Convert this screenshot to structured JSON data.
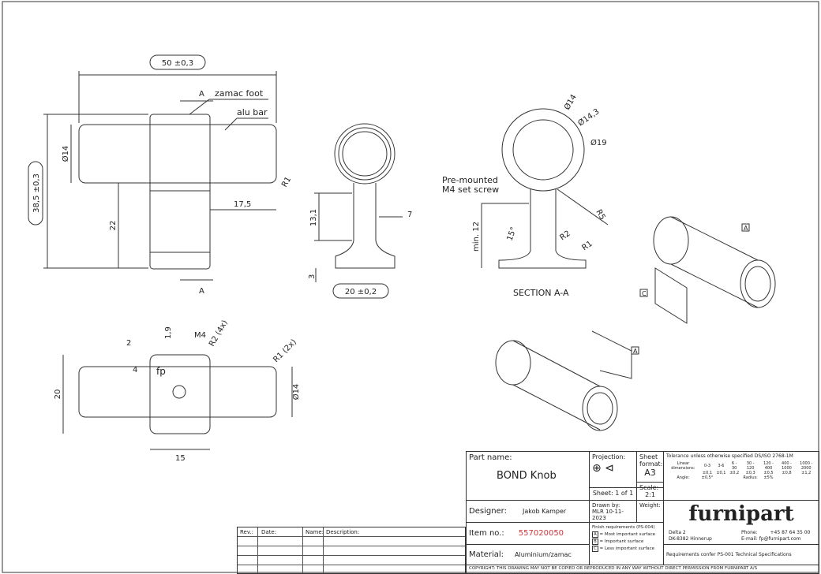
{
  "views": {
    "front": {
      "width_dim": "50 ±0,3",
      "height_dim": "38,5 ±0,3",
      "dia": "Ø14",
      "foot_label": "zamac foot",
      "bar_label": "alu bar",
      "section_mark": "A",
      "radius": "R1",
      "length": "17,5",
      "lower": "22"
    },
    "side": {
      "h1": "13,1",
      "w1": "7",
      "base": "20 ±0,2",
      "foot_h": "3"
    },
    "section": {
      "d1": "Ø14",
      "d2": "Ø14,3",
      "d3": "Ø19",
      "screw_note_1": "Pre-mounted",
      "screw_note_2": "M4 set screw",
      "min": "min. 12",
      "angle": "15°",
      "r5": "R5",
      "r2": "R2",
      "r1": "R1",
      "title": "SECTION A-A"
    },
    "top": {
      "d2": "2",
      "d19": "1,9",
      "m4": "M4",
      "r2": "R2 (4x)",
      "r1": "R1 (2x)",
      "h": "20",
      "d4": "4",
      "dia": "Ø14",
      "w": "15",
      "logo": "fp"
    },
    "iso": {
      "a": "A",
      "c": "C"
    }
  },
  "revision_table": {
    "headers": [
      "Rev.:",
      "Date:",
      "Name:",
      "Description:"
    ]
  },
  "title_block": {
    "part_name_label": "Part name:",
    "part_name": "BOND Knob",
    "projection_label": "Projection:",
    "sheet_format_label": "Sheet format:",
    "sheet_format": "A3",
    "sheet": "Sheet: 1 of 1",
    "scale_label": "Scale:",
    "scale": "2:1",
    "tolerance_title": "Tolerance unless otherwise specified DS/ISO 2768-1M",
    "linear_label": "Linear dimensions:",
    "ranges": [
      "0-3",
      "3-6",
      "6 - 30",
      "30 - 120",
      "120 - 400",
      "400 - 1000",
      "1000 - 2000"
    ],
    "tolerances": [
      "±0,1",
      "±0,1",
      "±0,2",
      "±0,3",
      "±0,5",
      "±0,8",
      "±1,2"
    ],
    "angle_label": "Angle:",
    "angle": "±0,5°",
    "radius_label": "Radius:",
    "radius": "±5%",
    "designer_label": "Designer:",
    "designer": "Jakob Kamper",
    "drawn_by_label": "Drawn by:",
    "drawn_by": "MLR 10-11-2023",
    "weight_label": "Weight:",
    "item_label": "Item no.:",
    "item_no": "557020050",
    "material_label": "Material:",
    "material": "Aluminium/zamac",
    "finish_title": "Finish requirements (PS-004)",
    "finish": [
      "= Most important surface",
      "= Important surface",
      "= Less important surface"
    ],
    "finish_marks": [
      "A",
      "B",
      "C"
    ],
    "company": "furnipart",
    "address_1": "Delta 2",
    "address_2": "DK-8382 Hinnerup",
    "phone_label": "Phone:",
    "phone": "+45 87 64 35 00",
    "email_label": "E-mail:",
    "email": "fp@furnipart.com",
    "requirements": "Requirements confer PS-001 Technical Specifications",
    "copyright": "COPYRIGHT: THIS DRAWING MAY NOT BE COPIED OR REPRODUCED IN ANY WAY WITHOUT DIRECT PERMISSION FROM FURNIPART A/S",
    "item_color": "#d0343a"
  }
}
